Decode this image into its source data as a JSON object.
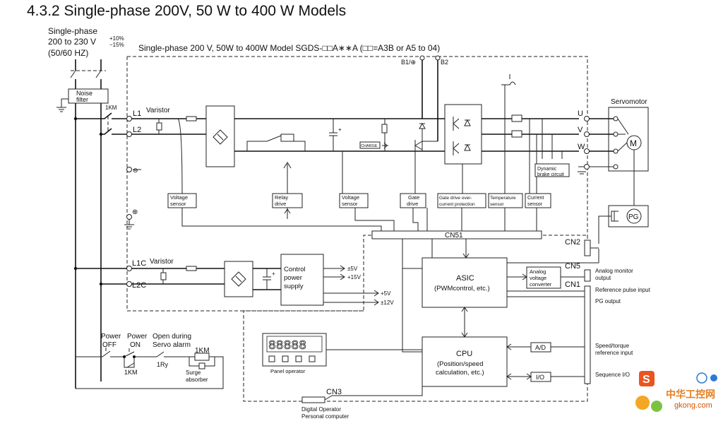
{
  "heading": "4.3.2  Single-phase 200V, 50 W to 400 W Models",
  "supply": {
    "line1": "Single-phase",
    "line2": "200 to 230 V",
    "tol_plus": "+10%",
    "tol_minus": "−15%",
    "line3": "(50/60 HZ)"
  },
  "model_label": "Single-phase 200 V, 50W to 400W Model    SGDS-□□A∗∗A (□□=A3B or A5 to 04)",
  "labels": {
    "noise_filter_1": "Noise",
    "noise_filter_2": "filter",
    "km1": "1KM",
    "l1": "L1",
    "l2": "L2",
    "l1c": "L1C",
    "l2c": "L2C",
    "varistor_1": "Varistor",
    "varistor_2": "Varistor",
    "b1": "B1/⊕",
    "b2": "B2",
    "charge": "CHARGE",
    "u": "U",
    "v": "V",
    "w": "W",
    "servomotor": "Servomotor",
    "motor": "M",
    "pg": "PG",
    "dynamic_brake_1": "Dynamic",
    "dynamic_brake_2": "brake circuit",
    "neg_terminal": "⊖",
    "ground_symbol": "⊕"
  },
  "blocks": {
    "voltage_sensor_1a": "Voltage",
    "voltage_sensor_1b": "sensor",
    "relay_drive_a": "Relay",
    "relay_drive_b": "drive",
    "voltage_sensor_2a": "Voltage",
    "voltage_sensor_2b": "sensor",
    "gate_drive_a": "Gate",
    "gate_drive_b": "drive",
    "gate_ocp_a": "Gate drive over-",
    "gate_ocp_b": "current protection",
    "temp_sensor_a": "Temperature",
    "temp_sensor_b": "sensor",
    "current_sensor_a": "Current",
    "current_sensor_b": "sensor",
    "cn51": "CN51",
    "control_power_a": "Control",
    "control_power_b": "power",
    "control_power_c": "supply",
    "asic_a": "ASIC",
    "asic_b": "(PWMcontrol, etc.)",
    "cpu_a": "CPU",
    "cpu_b": "(Position/speed",
    "cpu_c": "calculation, etc.)",
    "analog_conv_a": "Analog",
    "analog_conv_b": "voltage",
    "analog_conv_c": "converter",
    "ad": "A/D",
    "io": "I/O",
    "panel_display": "88888",
    "panel_operator": "Panel operator",
    "cn3": "CN3",
    "digital_operator_a": "Digital Operator",
    "digital_operator_b": "Personal computer"
  },
  "rails": {
    "p5v_a": "±5V",
    "p15v": "+15V",
    "p5v_b": "+5V",
    "pm12v": "±12V"
  },
  "connectors": {
    "cn2": "CN2",
    "cn5": "CN5",
    "cn1": "CN1"
  },
  "signals": {
    "analog_monitor_a": "Analog monitor",
    "analog_monitor_b": "output",
    "ref_pulse": "Reference pulse input",
    "pg_output": "PG output",
    "speed_torque_a": "Speed/torque",
    "speed_torque_b": "reference input",
    "sequence_io": "Sequence I/O"
  },
  "control_circuit": {
    "power_off_a": "Power",
    "power_off_b": "OFF",
    "power_on_a": "Power",
    "power_on_b": "ON",
    "open_alarm_a": "Open during",
    "open_alarm_b": "Servo alarm",
    "km_coil": "1KM",
    "km_contact": "1KM",
    "ry": "1Ry",
    "surge_a": "Surge",
    "surge_b": "absorber"
  },
  "watermark": {
    "brand": "中华工控网",
    "url": "gkong.com"
  }
}
